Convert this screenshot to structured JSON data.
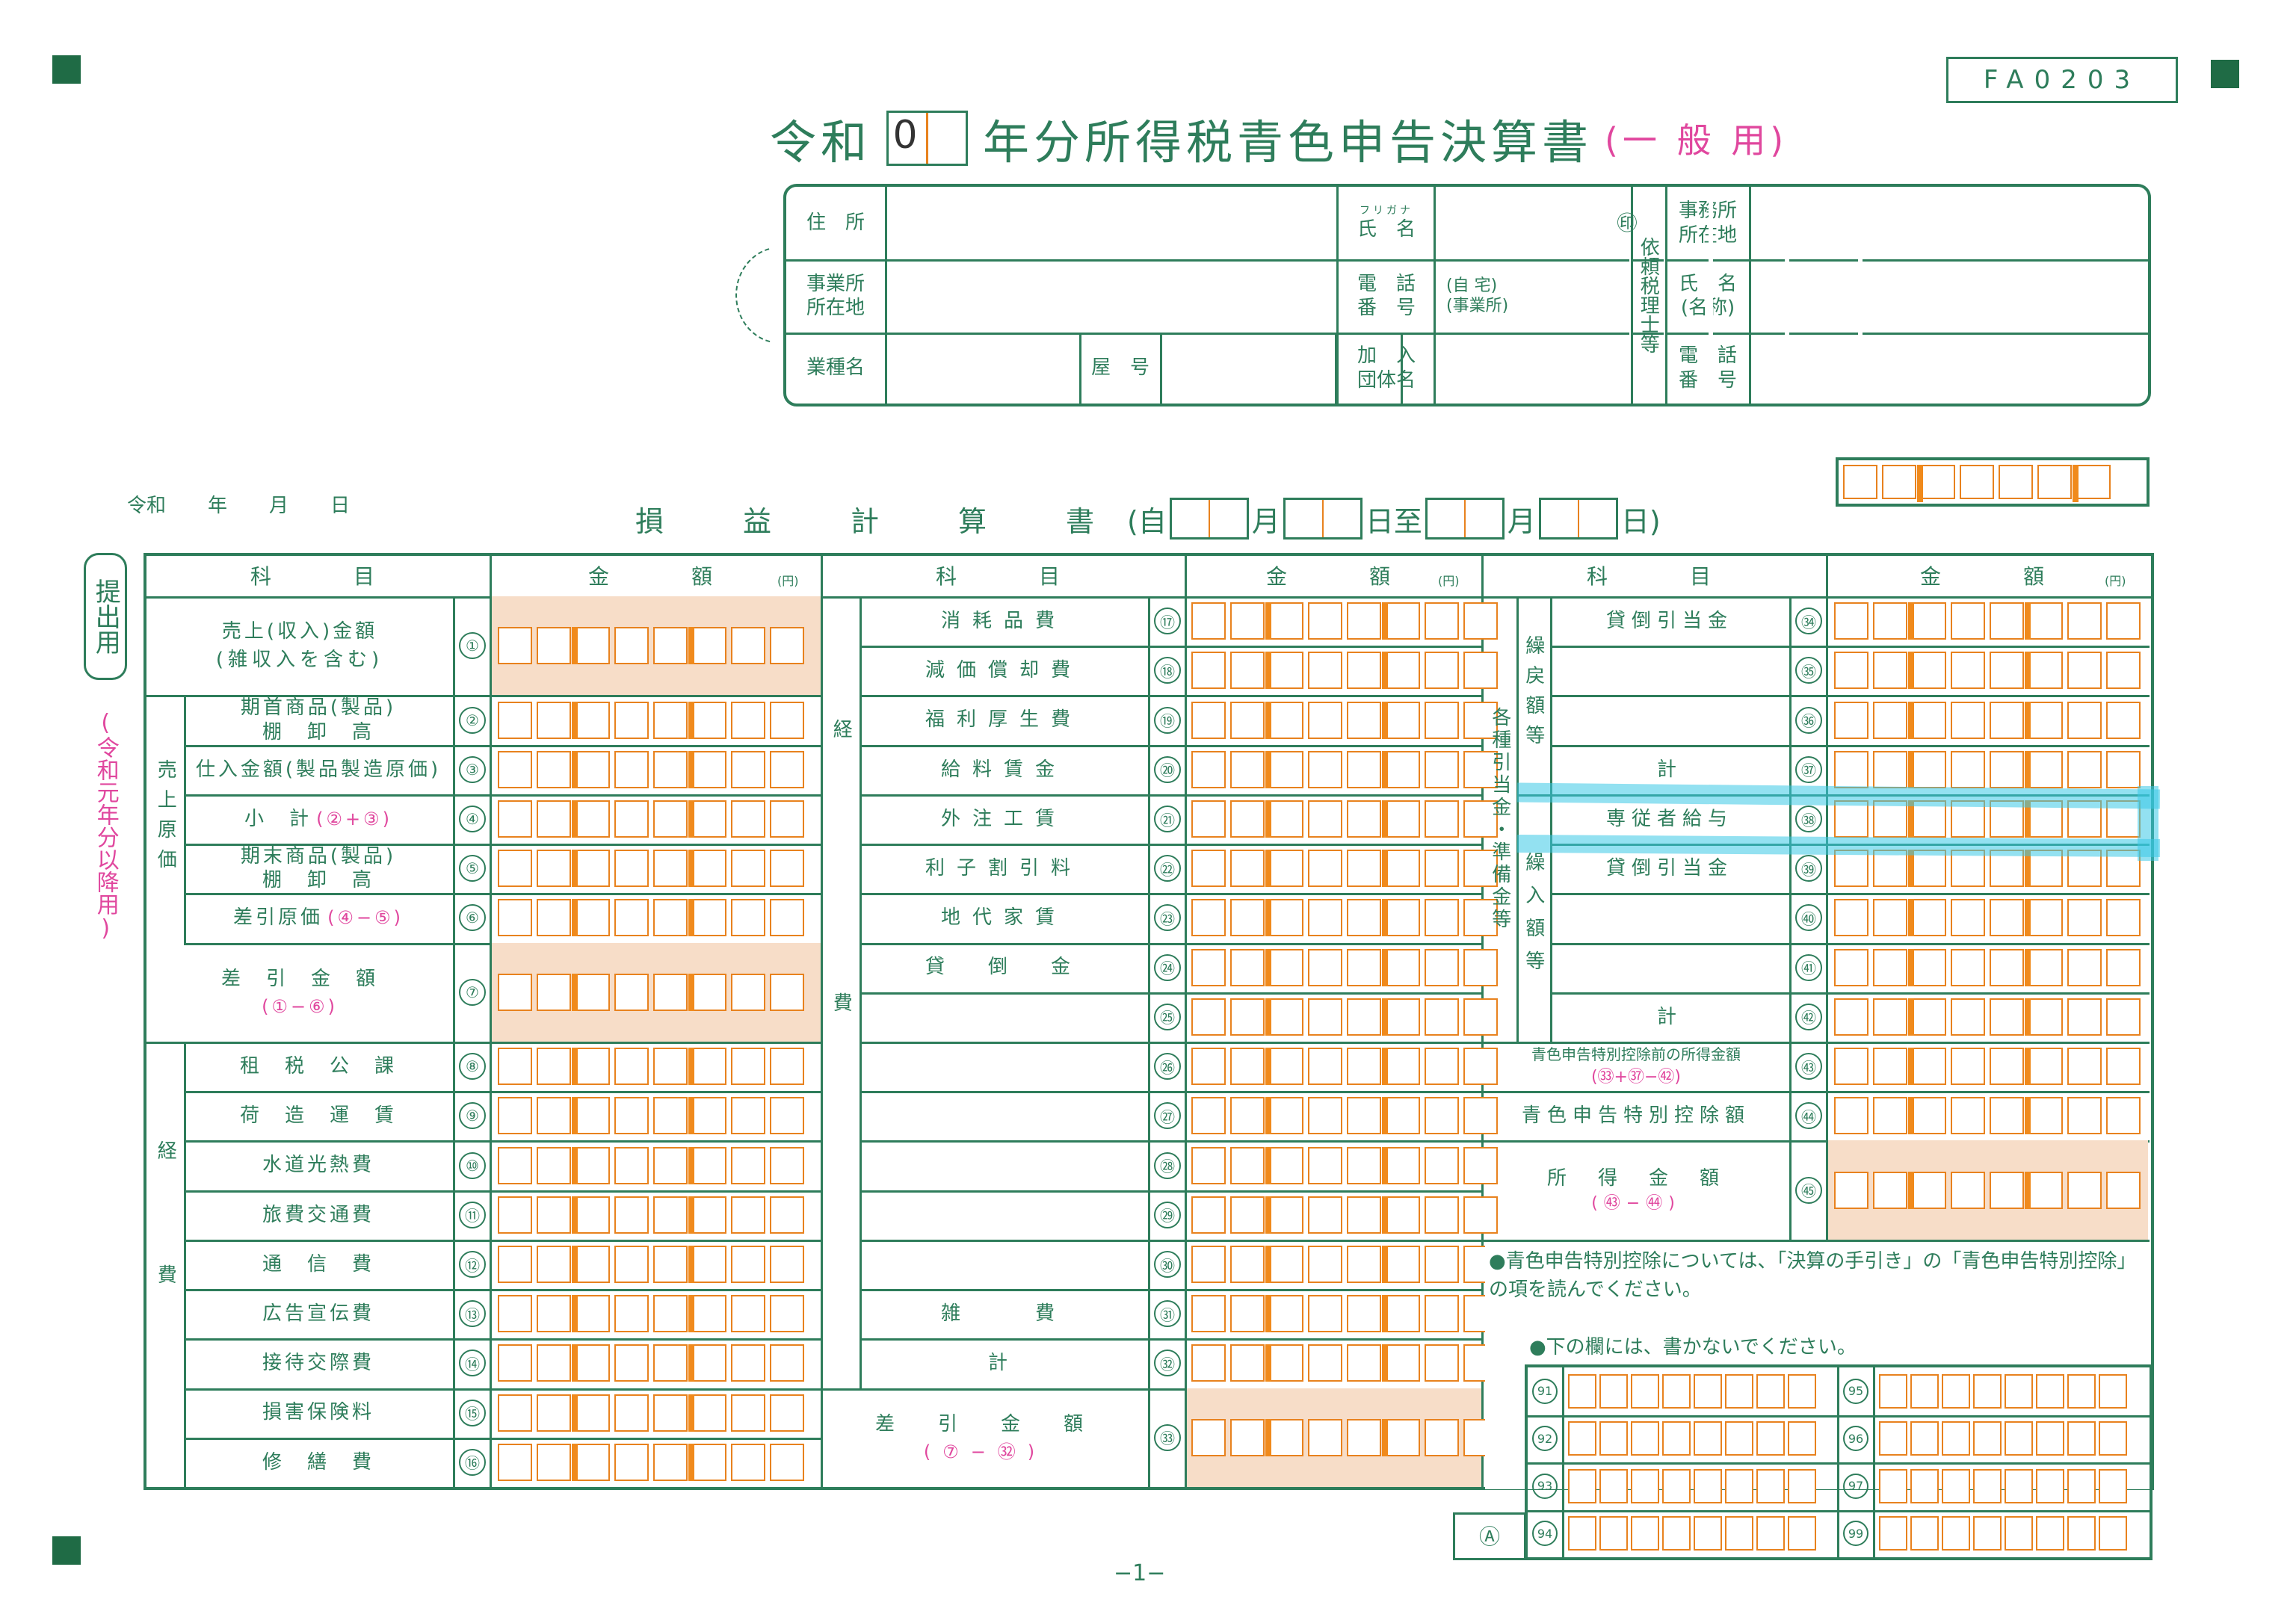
{
  "form_code": "FA0203",
  "title": {
    "era": "令和",
    "year": "0",
    "main": "年分所得税青色申告決算書",
    "sub": "(一 般 用)"
  },
  "header": {
    "address_label": "住　所",
    "furigana_label": "フリガナ",
    "name_label": "氏　名",
    "seal": "㊞",
    "business_addr_label": "事業所\n所在地",
    "phone_label": "電　話\n番　号",
    "phone_home": "(自 宅)",
    "phone_office": "(事業所)",
    "industry_label": "業種名",
    "shop_name_label": "屋　号",
    "union_label": "加　入\n団体名",
    "tax_accountant_label": "依頼税理士等",
    "office_addr_label": "事務所\n所在地",
    "ta_name_label": "氏　名\n(名称)",
    "ta_phone_label": "電　話\n番　号"
  },
  "date_line": {
    "era": "令和",
    "year": "年",
    "month": "月",
    "day": "日"
  },
  "statement": {
    "title": "損　益　計　算　書",
    "from": "(自",
    "mon": "月",
    "day": "日至",
    "mon2": "月",
    "day2": "日)"
  },
  "side": {
    "submit": "提出用",
    "note": "(令和元年分以降用)"
  },
  "col_headers": {
    "item": "科　　目",
    "amount": "金　　額",
    "unit": "(円)"
  },
  "left_rows": [
    {
      "no": "①",
      "label": "売上(収入)金額",
      "label2": "(雑収入を含む)"
    },
    {
      "no": "②",
      "label": "期首商品(製品)\n棚　卸　高"
    },
    {
      "no": "③",
      "label": "仕入金額(製品製造原価)"
    },
    {
      "no": "④",
      "label": "小　計",
      "calc": "(②+③)"
    },
    {
      "no": "⑤",
      "label": "期末商品(製品)\n棚　卸　高"
    },
    {
      "no": "⑥",
      "label": "差引原価",
      "calc": "(④−⑤)"
    },
    {
      "no": "⑦",
      "label": "差　引　金　額",
      "calc": "(①−⑥)"
    },
    {
      "no": "⑧",
      "label": "租　税　公　課"
    },
    {
      "no": "⑨",
      "label": "荷　造　運　賃"
    },
    {
      "no": "⑩",
      "label": "水道光熱費"
    },
    {
      "no": "⑪",
      "label": "旅費交通費"
    },
    {
      "no": "⑫",
      "label": "通　信　費"
    },
    {
      "no": "⑬",
      "label": "広告宣伝費"
    },
    {
      "no": "⑭",
      "label": "接待交際費"
    },
    {
      "no": "⑮",
      "label": "損害保険料"
    },
    {
      "no": "⑯",
      "label": "修　繕　費"
    }
  ],
  "left_groups": {
    "cost": "売上原価",
    "expense": "経費"
  },
  "mid_rows": [
    {
      "no": "⑰",
      "label": "消耗品費"
    },
    {
      "no": "⑱",
      "label": "減価償却費"
    },
    {
      "no": "⑲",
      "label": "福利厚生費"
    },
    {
      "no": "⑳",
      "label": "給料賃金"
    },
    {
      "no": "㉑",
      "label": "外注工賃"
    },
    {
      "no": "㉒",
      "label": "利子割引料"
    },
    {
      "no": "㉓",
      "label": "地代家賃"
    },
    {
      "no": "㉔",
      "label": "貸　倒　金"
    },
    {
      "no": "㉕",
      "label": ""
    },
    {
      "no": "㉖",
      "label": ""
    },
    {
      "no": "㉗",
      "label": ""
    },
    {
      "no": "㉘",
      "label": ""
    },
    {
      "no": "㉙",
      "label": ""
    },
    {
      "no": "㉚",
      "label": ""
    },
    {
      "no": "㉛",
      "label": "雑　　費"
    },
    {
      "no": "㉜",
      "label": "計"
    },
    {
      "no": "㉝",
      "label": "差　引　金　額",
      "calc": "(⑦−㉜)"
    }
  ],
  "right_rows": [
    {
      "no": "㉞",
      "label": "貸倒引当金"
    },
    {
      "no": "㉟",
      "label": ""
    },
    {
      "no": "㊱",
      "label": ""
    },
    {
      "no": "㊲",
      "label": "計"
    },
    {
      "no": "㊳",
      "label": "専従者給与"
    },
    {
      "no": "㊴",
      "label": "貸倒引当金"
    },
    {
      "no": "㊵",
      "label": ""
    },
    {
      "no": "㊶",
      "label": ""
    },
    {
      "no": "㊷",
      "label": "計"
    },
    {
      "no": "㊸",
      "label": "青色申告特別控除前の所得金額",
      "calc": "(㉝+㊲−㊷)"
    },
    {
      "no": "㊹",
      "label": "青色申告特別控除額"
    },
    {
      "no": "㊺",
      "label": "所　得　金　額",
      "calc": "(㊸−㊹)"
    }
  ],
  "right_groups": {
    "outer": "各種引当金・準備金等",
    "back": "繰戻額等",
    "in": "繰入額等"
  },
  "notes": {
    "blue_note": "●青色申告特別控除については、「決算の手引き」の「青色申告特別控除」の項を読んでください。",
    "no_write": "●下の欄には、書かないでください。",
    "codes_left": [
      "91",
      "92",
      "93",
      "94"
    ],
    "codes_right": [
      "95",
      "96",
      "97",
      "99"
    ],
    "a_mark": "Ⓐ"
  },
  "page_no": "−1−"
}
